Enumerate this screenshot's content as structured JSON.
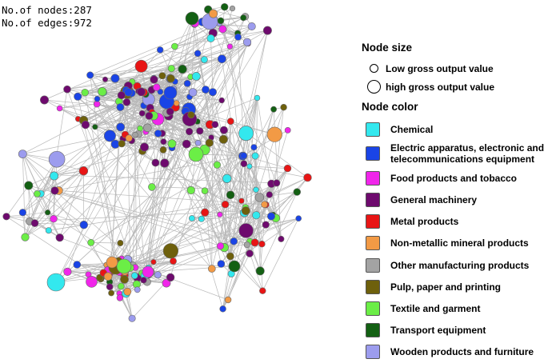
{
  "stats": {
    "nodes_label": "No.of nodes:287",
    "edges_label": "No.of edges:972"
  },
  "legend": {
    "size_title": "Node size",
    "size_low": "Low gross output value",
    "size_high": "high gross output value",
    "color_title": "Node color",
    "categories": [
      {
        "label": "Chemical",
        "color": "#33E8EE"
      },
      {
        "label": "Electric apparatus, electronic and telecommunications equipment",
        "color": "#1A44E6"
      },
      {
        "label": "Food products and tobacco",
        "color": "#F025EA"
      },
      {
        "label": "General machinery",
        "color": "#6E0A6E"
      },
      {
        "label": "Metal products",
        "color": "#E81515"
      },
      {
        "label": "Non-metallic mineral products",
        "color": "#F29A45"
      },
      {
        "label": "Other manufacturing products",
        "color": "#A3A3A3"
      },
      {
        "label": "Pulp, paper and printing",
        "color": "#6E600C"
      },
      {
        "label": "Textile and garment",
        "color": "#6BEE46"
      },
      {
        "label": "Transport equipment",
        "color": "#136013"
      },
      {
        "label": "Wooden products and furniture",
        "color": "#9C9CEE"
      }
    ]
  }
}
